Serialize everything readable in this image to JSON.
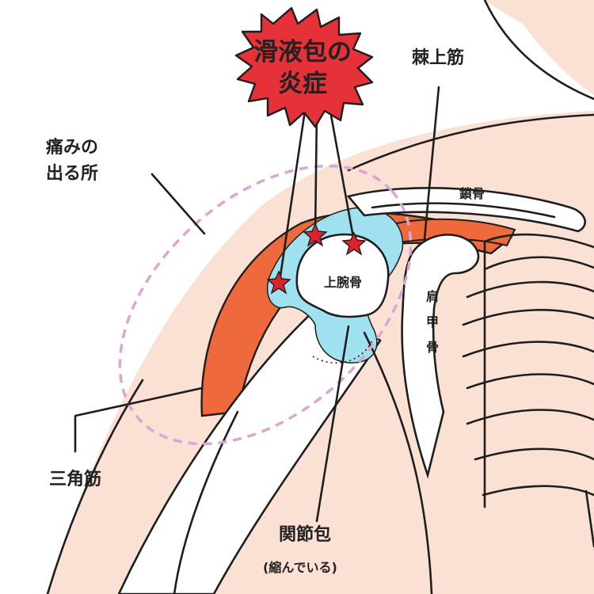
{
  "labels": {
    "burst_line1": "滑液包の",
    "burst_line2": "炎症",
    "pain_line1": "痛みの",
    "pain_line2": "出る所",
    "supraspinatus": "棘上筋",
    "clavicle": "鎖骨",
    "scapula_1": "肩",
    "scapula_2": "甲",
    "scapula_3": "骨",
    "humerus": "上腕骨",
    "deltoid": "三角筋",
    "capsule_line1": "関節包",
    "capsule_line2": "(縮んでいる)"
  },
  "colors": {
    "burst": "#e63138",
    "skin": "#fbe1d3",
    "muscle": "#ee6a3c",
    "bursa": "#9fe1ee",
    "star": "#e0202a",
    "pain_zone": "#d9a7d3"
  }
}
